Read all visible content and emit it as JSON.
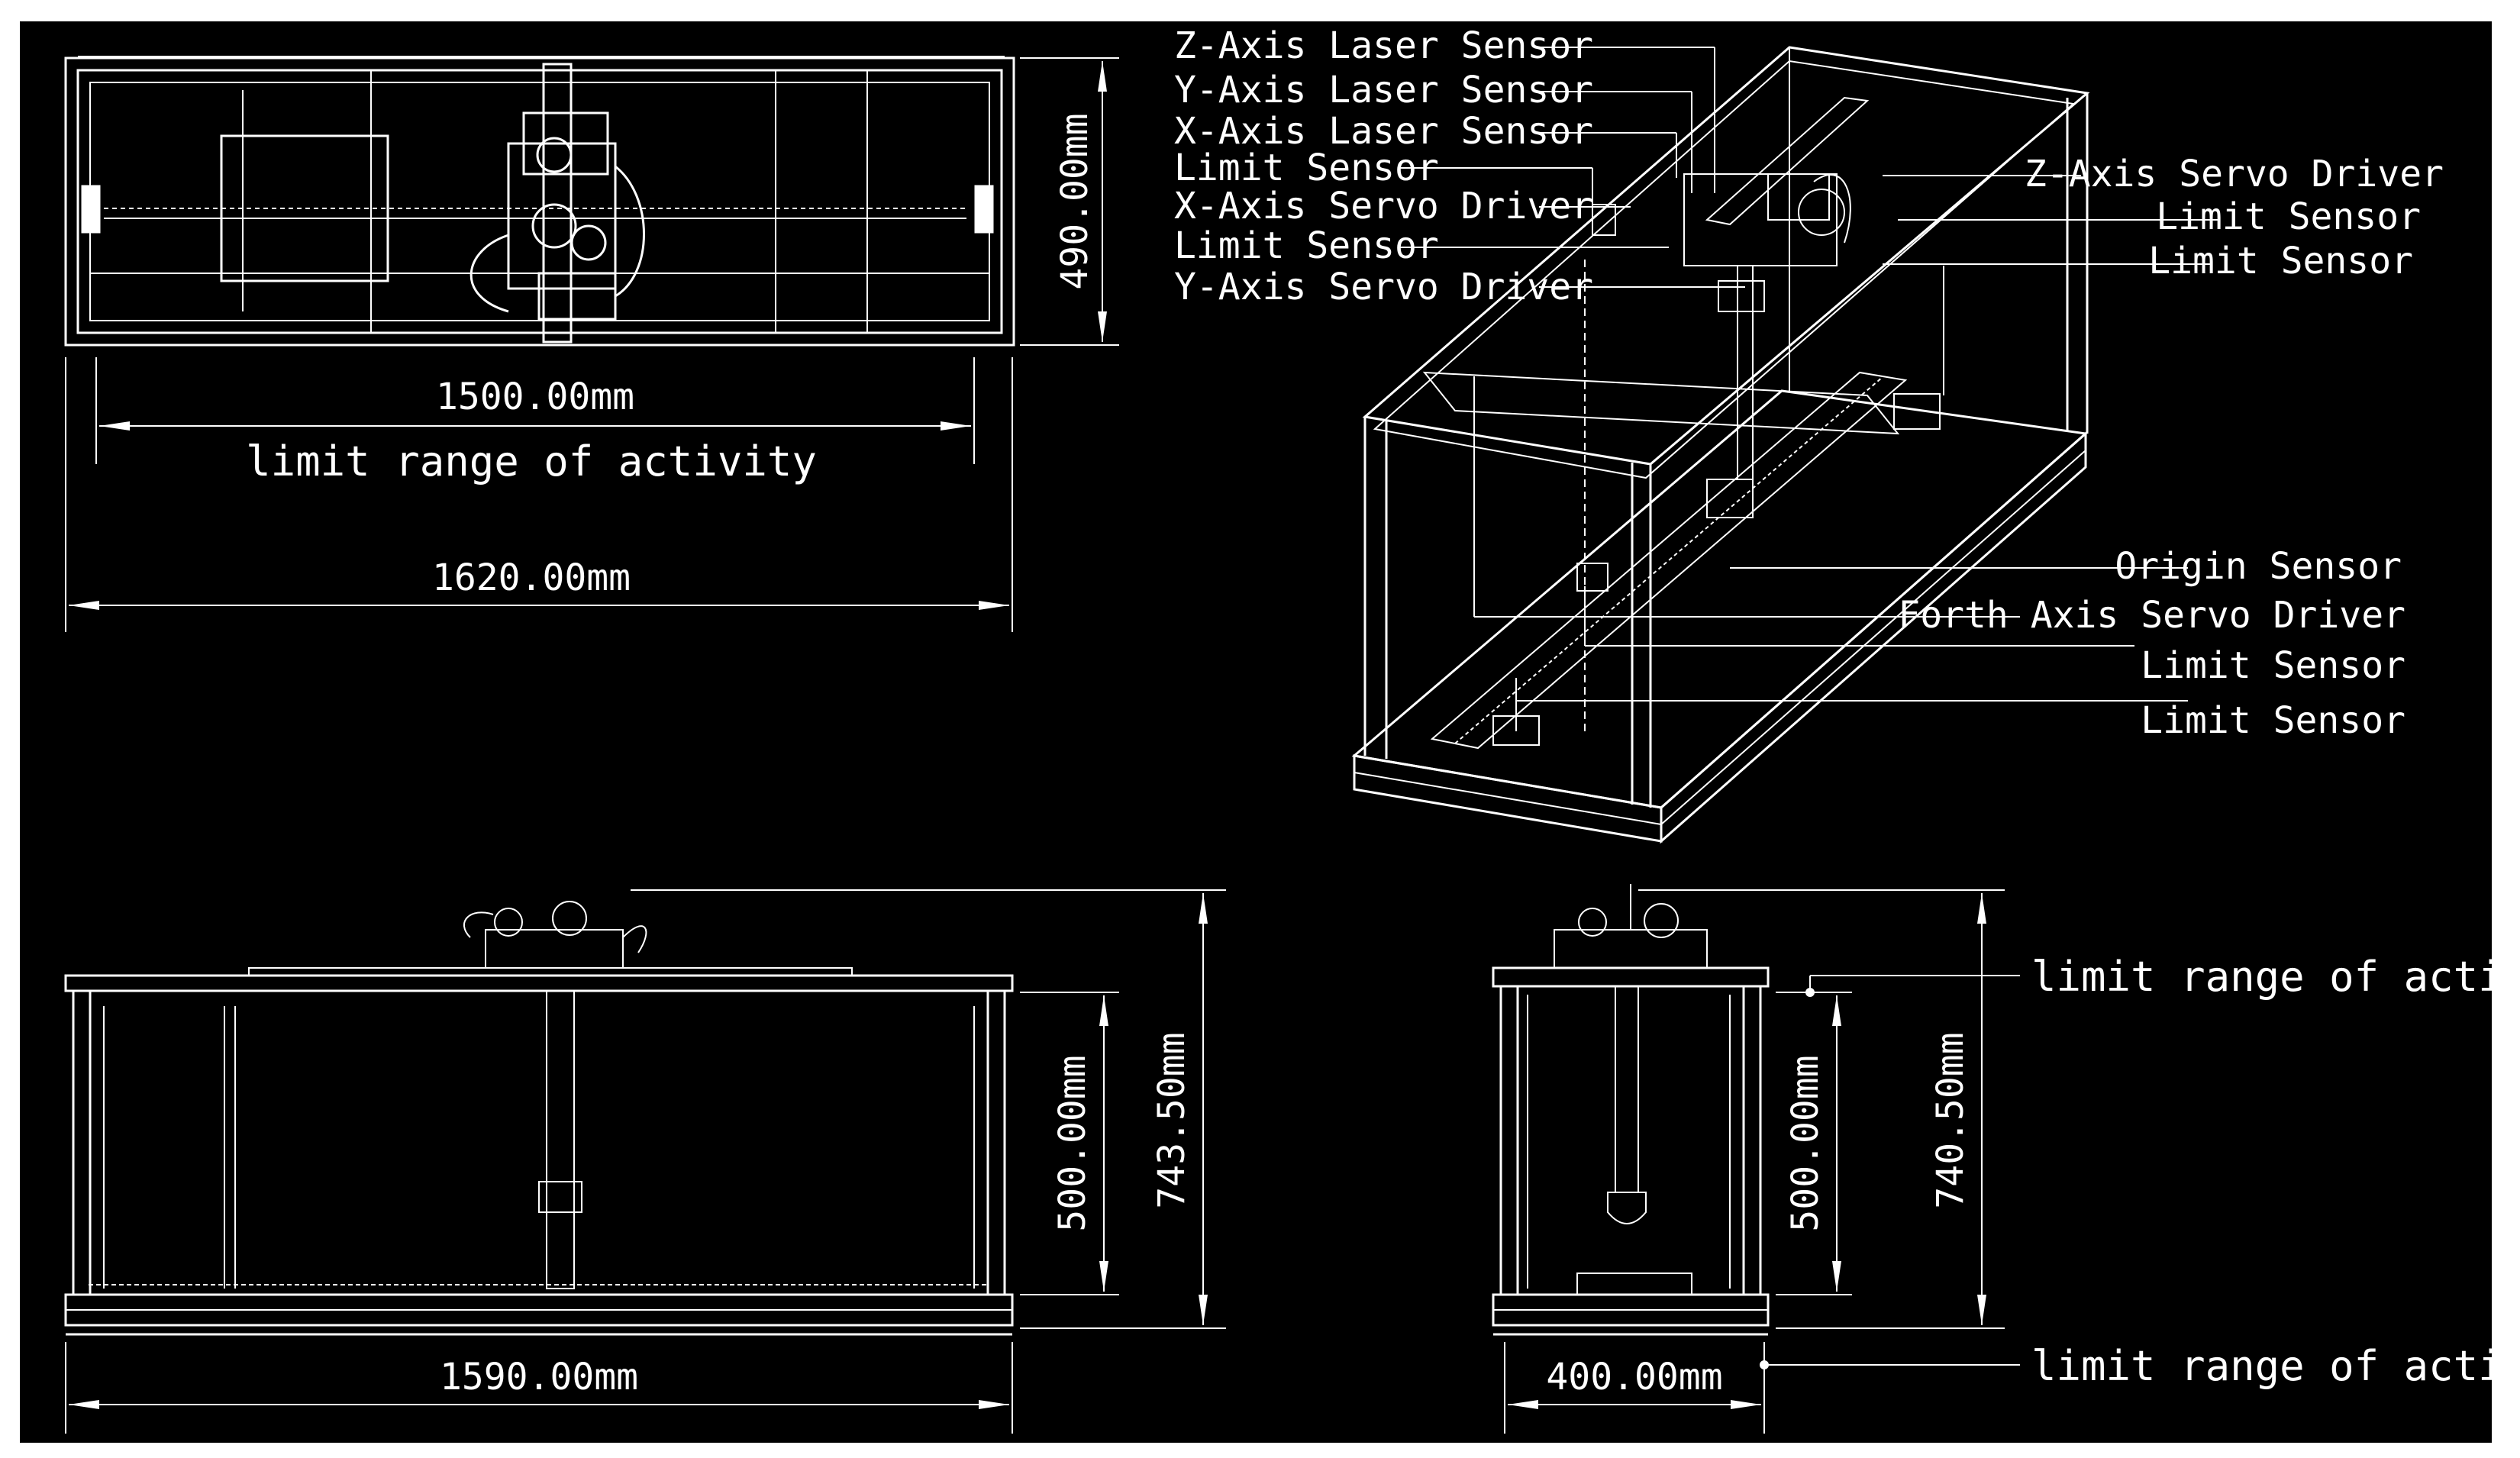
{
  "colors": {
    "background": "#000000",
    "lines": "#ffffff",
    "page": "#ffffff"
  },
  "top_view": {
    "width_dim": "1500.00mm",
    "range_label": "limit range of activity",
    "overall_dim": "1620.00mm",
    "depth_dim": "490.00mm"
  },
  "iso_view": {
    "callouts_left": [
      "Z-Axis Laser Sensor",
      "Y-Axis Laser Sensor",
      "X-Axis Laser Sensor",
      "Limit Sensor",
      "X-Axis Servo Driver",
      "Limit Sensor",
      "Y-Axis Servo Driver"
    ],
    "callouts_right_top": [
      "Z-Axis Servo Driver",
      "Limit Sensor",
      "Limit Sensor"
    ],
    "callouts_right_bottom": [
      "Origin Sensor",
      "Forth Axis Servo Driver",
      "Limit Sensor",
      "Limit Sensor"
    ]
  },
  "front_view": {
    "width_dim": "1590.00mm",
    "range_dim": "500.00mm",
    "height_dim": "743.50mm"
  },
  "side_view": {
    "range_label_top": "limit range of activity",
    "range_dim": "500.00mm",
    "height_dim": "740.50mm",
    "width_dim": "400.00mm",
    "range_label_bottom": "limit range of activity"
  }
}
